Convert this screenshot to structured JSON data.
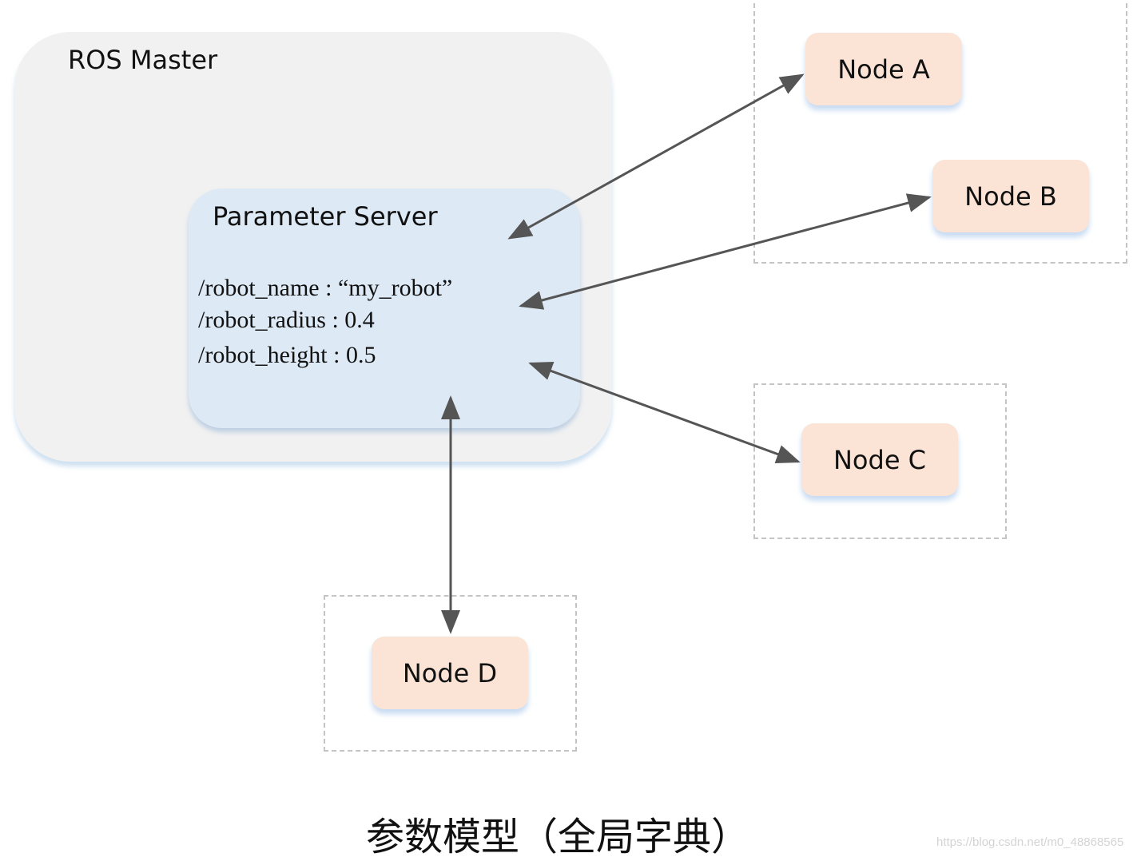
{
  "ros_master": {
    "label": "ROS Master"
  },
  "parameter_server": {
    "label": "Parameter Server",
    "params": [
      "/robot_name : “my_robot”",
      "/robot_radius : 0.4",
      "/robot_height : 0.5"
    ]
  },
  "nodes": {
    "a": "Node A",
    "b": "Node B",
    "c": "Node C",
    "d": "Node D"
  },
  "connections": [
    {
      "from": "parameter_server",
      "to": "node_a",
      "direction": "bidirectional"
    },
    {
      "from": "parameter_server",
      "to": "node_b",
      "direction": "bidirectional"
    },
    {
      "from": "parameter_server",
      "to": "node_c",
      "direction": "bidirectional"
    },
    {
      "from": "parameter_server",
      "to": "node_d",
      "direction": "bidirectional"
    }
  ],
  "colors": {
    "master_bg": "#f1f1f1",
    "param_bg": "#dde9f5",
    "node_bg": "#fbe4d5",
    "arrow": "#555555",
    "group_border": "#c4c4c4"
  },
  "caption": "参数模型（全局字典）",
  "watermark": "https://blog.csdn.net/m0_48868565"
}
